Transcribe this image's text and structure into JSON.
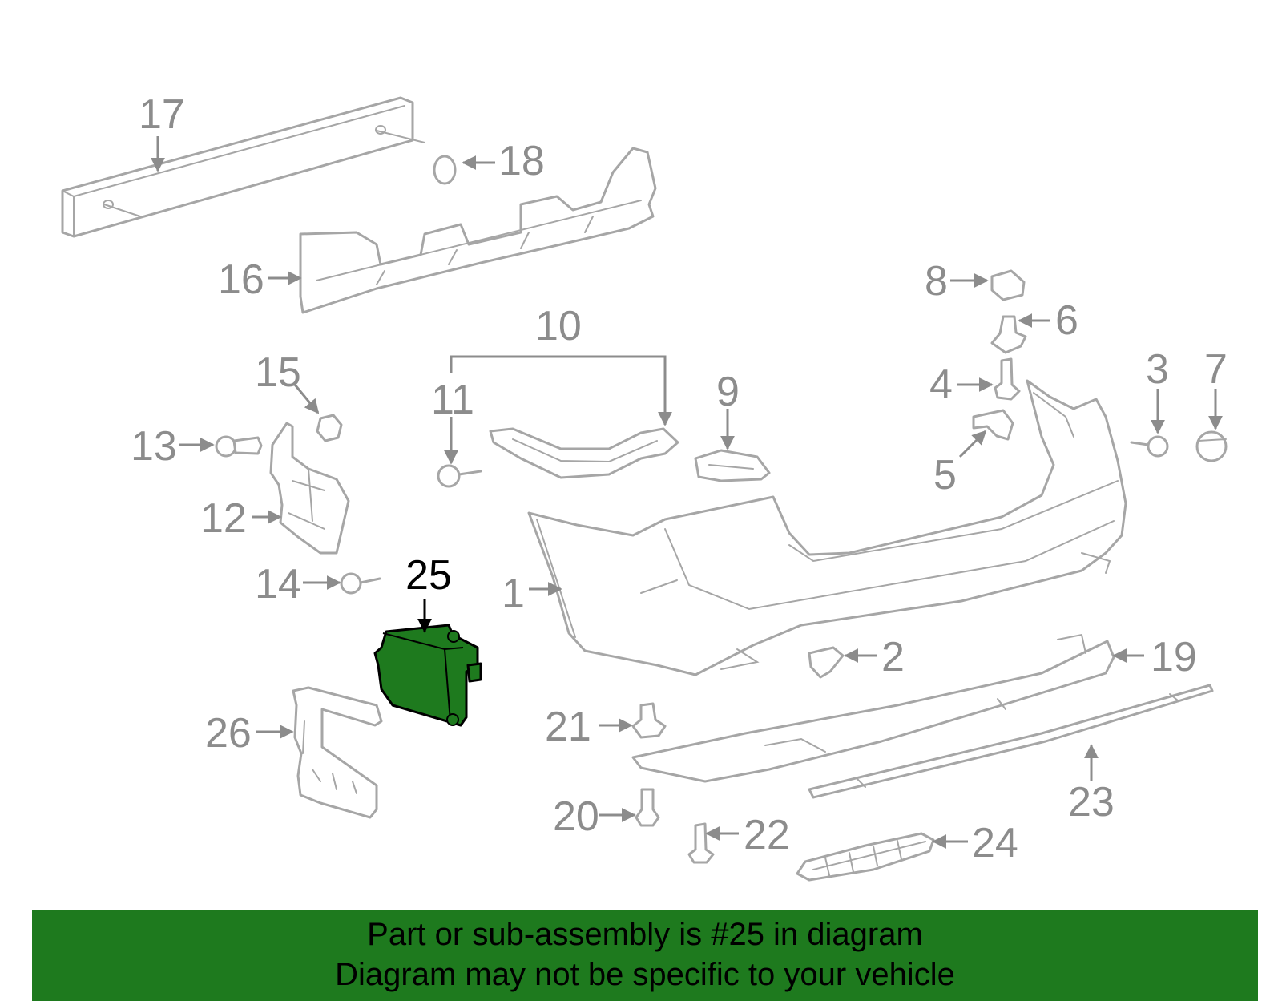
{
  "diagram": {
    "highlighted_callout": "25",
    "callouts": [
      "1",
      "2",
      "3",
      "4",
      "5",
      "6",
      "7",
      "8",
      "9",
      "10",
      "11",
      "12",
      "13",
      "14",
      "15",
      "16",
      "17",
      "18",
      "19",
      "20",
      "21",
      "22",
      "23",
      "24",
      "25",
      "26"
    ],
    "colors": {
      "highlight": "#1e7a1e",
      "parts": "#a6a6a6",
      "labels": "#8c8c8c"
    }
  },
  "banner": {
    "line1": "Part or sub-assembly is #25 in diagram",
    "line2": "Diagram may not be specific to your vehicle"
  }
}
